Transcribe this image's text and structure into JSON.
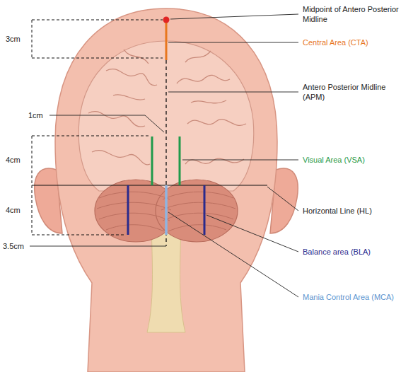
{
  "diagram": {
    "labels": [
      "Midpoint of Antero Posterior Midline",
      "3cm",
      "Central Area (CTA)",
      "Antero Posterior Midline (APM)",
      "1cm",
      "4cm",
      "Visual Area (VSA)",
      "Horizontal Line (HL)",
      "4cm",
      "Balance area (BLA)",
      "3.5cm",
      "Mania Control Area (MCA)"
    ]
  }
}
